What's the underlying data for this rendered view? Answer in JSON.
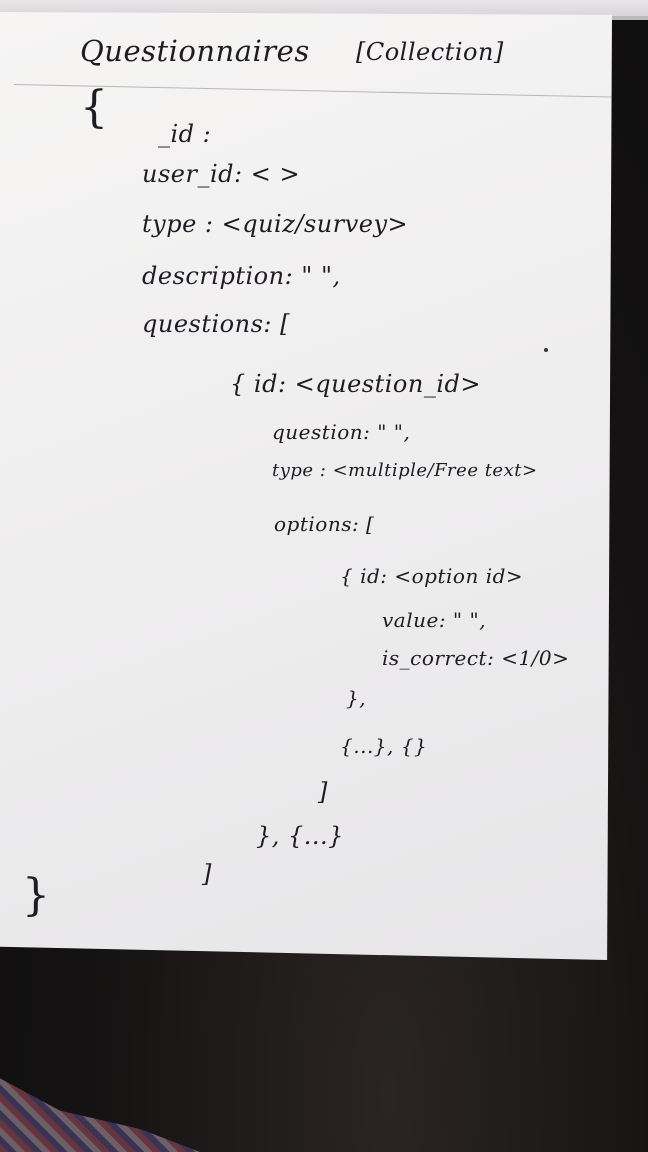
{
  "title": "Questionnaires",
  "subtitle": "[Collection]",
  "lines": [
    {
      "text": "{"
    },
    {
      "text": "_id :"
    },
    {
      "text": "user_id: < >"
    },
    {
      "text": "type : <quiz/survey>"
    },
    {
      "text": "description: \" \","
    },
    {
      "text": "questions: ["
    },
    {
      "text": "{ id: <question_id>"
    },
    {
      "text": "question: \" \","
    },
    {
      "text": "type : <multiple/Free text>"
    },
    {
      "text": "options: ["
    },
    {
      "text": "{ id: <option id>"
    },
    {
      "text": "value: \" \","
    },
    {
      "text": "is_correct: <1/0>"
    },
    {
      "text": "},"
    },
    {
      "text": "{...}, {}"
    },
    {
      "text": "]"
    },
    {
      "text": "}, {...}"
    },
    {
      "text": "]"
    },
    {
      "text": "}"
    }
  ]
}
